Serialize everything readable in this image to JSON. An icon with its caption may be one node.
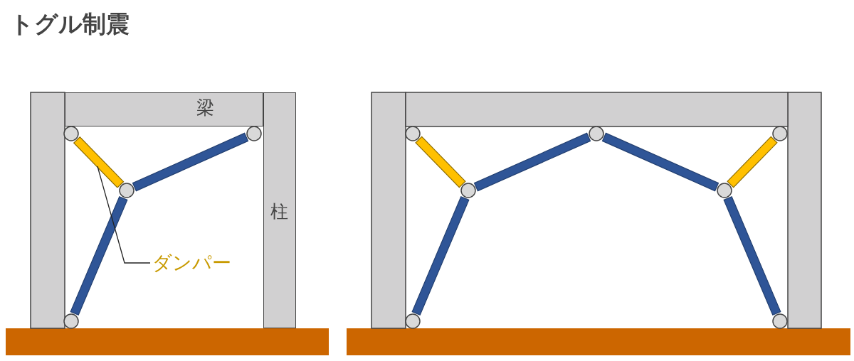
{
  "diagram": {
    "title": "トグル制震",
    "nodes": [
      {
        "text": [
          "梁"
        ]
      },
      {
        "text": [
          "柱"
        ]
      },
      {
        "text": [
          "ダンパー"
        ]
      },
      {
        "text": [],
        "shape": "bar"
      }
    ],
    "edges": [
      {
        "from": 2,
        "to": 3,
        "arrow": "none"
      }
    ]
  }
}
